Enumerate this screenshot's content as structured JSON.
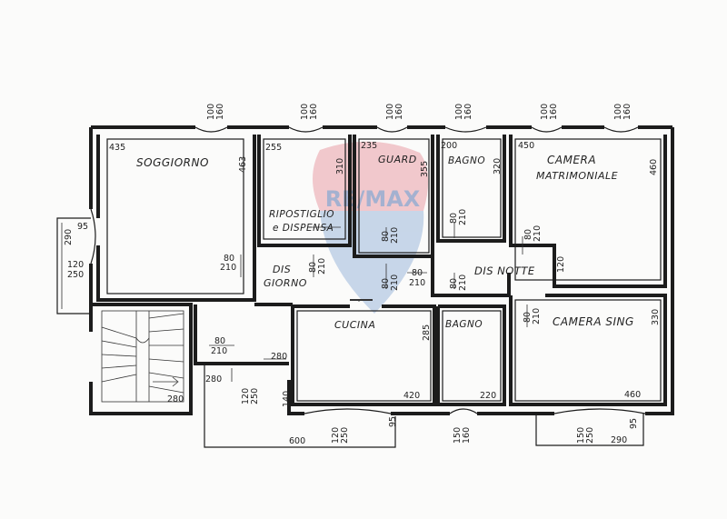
{
  "watermark": {
    "brand_text": "RE/MAX"
  },
  "rooms": {
    "soggiorno": "SOGGIORNO",
    "ripostiglio_1": "RIPOSTIGLIO",
    "ripostiglio_2": "e DISPENSA",
    "guard": "GUARD",
    "bagno_1": "BAGNO",
    "camera_m_1": "CAMERA",
    "camera_m_2": "MATRIMONIALE",
    "dis_giorno_1": "DIS",
    "dis_giorno_2": "GIORNO",
    "dis_notte": "DIS NOTTE",
    "cucina": "CUCINA",
    "bagno_2": "BAGNO",
    "camera_sing": "CAMERA SING"
  },
  "dimensions": {
    "sog_w": "435",
    "sog_h": "463",
    "rip_w": "255",
    "rip_h": "310",
    "guard_w": "235",
    "guard_h": "355",
    "bagno1_w": "200",
    "bagno1_h": "320",
    "cam_w": "450",
    "cam_h": "460",
    "cucina_w": "420",
    "cucina_h": "285",
    "bagno2_w": "220",
    "sing_w": "460",
    "sing_h": "330",
    "stair_w": "280",
    "hall_w1": "280",
    "hall_w2": "280",
    "hall_h": "140",
    "balcony_l": "600",
    "balcony_r": "290",
    "balcony_l2": "290",
    "d80": "80",
    "d210": "210",
    "d95": "95",
    "d120": "120",
    "w100": "100",
    "w160": "160",
    "w120": "120",
    "w250": "250",
    "w150": "150"
  }
}
